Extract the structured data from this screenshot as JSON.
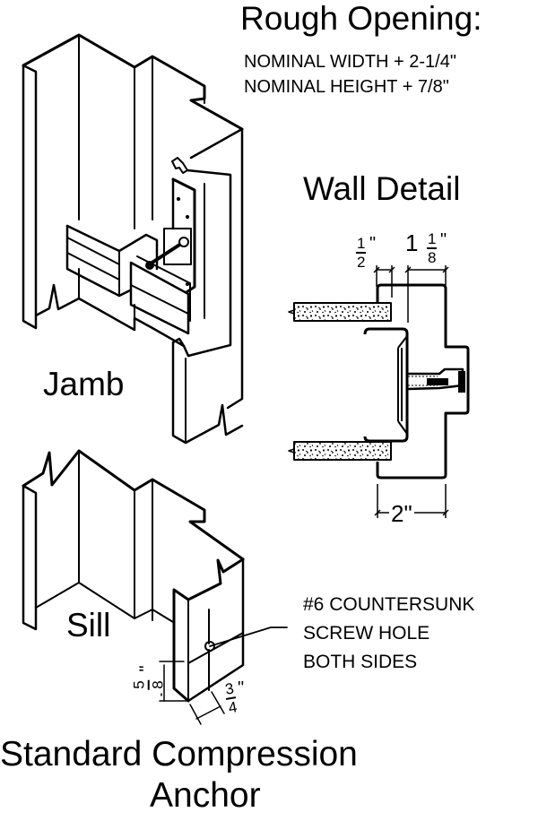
{
  "rough_opening": {
    "title": "Rough Opening:",
    "width_line": "NOMINAL WIDTH + 2-1/4\"",
    "height_line": "NOMINAL HEIGHT + 7/8\""
  },
  "wall_detail": {
    "title": "Wall Detail",
    "dim_half": {
      "num": "1",
      "den": "2",
      "unit": "\""
    },
    "dim_one_eighth": {
      "whole": "1",
      "num": "1",
      "den": "8",
      "unit": "\""
    },
    "dim_bottom": "2\""
  },
  "jamb": {
    "label": "Jamb"
  },
  "sill": {
    "label": "Sill",
    "dim_five_eighths": {
      "num": "5",
      "den": "8",
      "unit": "\""
    },
    "dim_three_quarters": {
      "num": "3",
      "den": "4",
      "unit": "\""
    }
  },
  "note": {
    "line1": "#6 COUNTERSUNK",
    "line2": "SCREW HOLE",
    "line3": "BOTH SIDES"
  },
  "main_title": {
    "line1": "Standard Compression",
    "line2": "Anchor"
  },
  "colors": {
    "ink": "#000000",
    "paper": "#ffffff",
    "drywall": "#e8e8e8"
  }
}
